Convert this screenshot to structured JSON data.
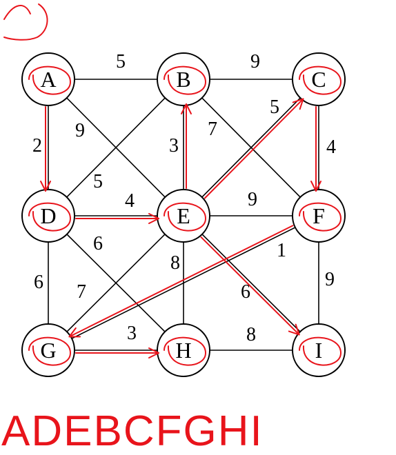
{
  "colors": {
    "ink": "#e8141b",
    "node_stroke": "#000000",
    "background": "#ffffff"
  },
  "graph": {
    "nodes": [
      {
        "id": "A",
        "label": "A"
      },
      {
        "id": "B",
        "label": "B"
      },
      {
        "id": "C",
        "label": "C"
      },
      {
        "id": "D",
        "label": "D"
      },
      {
        "id": "E",
        "label": "E"
      },
      {
        "id": "F",
        "label": "F"
      },
      {
        "id": "G",
        "label": "G"
      },
      {
        "id": "H",
        "label": "H"
      },
      {
        "id": "I",
        "label": "I"
      }
    ],
    "edges": [
      {
        "from": "A",
        "to": "B",
        "weight": "5"
      },
      {
        "from": "B",
        "to": "C",
        "weight": "9"
      },
      {
        "from": "A",
        "to": "D",
        "weight": "2"
      },
      {
        "from": "A",
        "to": "E",
        "weight": "9"
      },
      {
        "from": "B",
        "to": "D",
        "weight": "5"
      },
      {
        "from": "B",
        "to": "E",
        "weight": "3"
      },
      {
        "from": "B",
        "to": "F",
        "weight": "7"
      },
      {
        "from": "C",
        "to": "E",
        "weight": "5"
      },
      {
        "from": "C",
        "to": "F",
        "weight": "4"
      },
      {
        "from": "D",
        "to": "E",
        "weight": "4"
      },
      {
        "from": "E",
        "to": "F",
        "weight": "9"
      },
      {
        "from": "D",
        "to": "G",
        "weight": "6"
      },
      {
        "from": "D",
        "to": "H",
        "weight": "6"
      },
      {
        "from": "E",
        "to": "G",
        "weight": "7"
      },
      {
        "from": "E",
        "to": "H",
        "weight": "8"
      },
      {
        "from": "E",
        "to": "I",
        "weight": "6"
      },
      {
        "from": "F",
        "to": "G",
        "weight": "1"
      },
      {
        "from": "F",
        "to": "I",
        "weight": "9"
      },
      {
        "from": "G",
        "to": "H",
        "weight": "3"
      },
      {
        "from": "H",
        "to": "I",
        "weight": "8"
      }
    ],
    "traversal_arrows": [
      {
        "from": "A",
        "to": "D"
      },
      {
        "from": "D",
        "to": "E"
      },
      {
        "from": "E",
        "to": "B"
      },
      {
        "from": "E",
        "to": "C"
      },
      {
        "from": "C",
        "to": "F"
      },
      {
        "from": "F",
        "to": "G"
      },
      {
        "from": "G",
        "to": "H"
      },
      {
        "from": "E",
        "to": "I"
      }
    ]
  },
  "annotations": {
    "result_sequence": "ADEBCFGHI"
  }
}
